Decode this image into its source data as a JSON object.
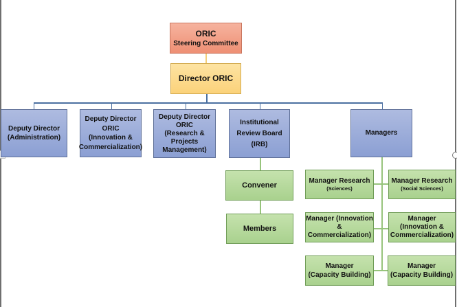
{
  "diagram": {
    "title": "ORIC Organizational Chart",
    "colors": {
      "steering": "#f0977c",
      "director": "#fcd98a",
      "level2": "#9aaed9",
      "level3": "#b7db9d",
      "connector_blue": "#4a6fa0",
      "connector_green": "#97c47c"
    },
    "steering_committee": {
      "line1": "ORIC",
      "line2": "Steering Committee"
    },
    "director": {
      "label": "Director ORIC"
    },
    "level2": [
      {
        "lines": [
          "Deputy Director",
          "(Administration)"
        ]
      },
      {
        "lines": [
          "Deputy Director",
          "ORIC",
          "(Innovation &",
          "Commercialization)"
        ]
      },
      {
        "lines": [
          "Deputy Director",
          "ORIC",
          "(Research &",
          "Projects",
          "Management)"
        ]
      },
      {
        "lines": [
          "Institutional",
          "Review Board",
          "(IRB)"
        ]
      },
      {
        "lines": [
          "Managers"
        ]
      }
    ],
    "irb_children": [
      {
        "label": "Convener"
      },
      {
        "label": "Members"
      }
    ],
    "managers": [
      {
        "title": "Manager Research",
        "subtitle": "(Sciences)"
      },
      {
        "title": "Manager Research",
        "subtitle": "(Social Sciences)"
      },
      {
        "lines": [
          "Manager (Innovation",
          "& Commercialization)"
        ]
      },
      {
        "lines": [
          "Manager",
          "(Innovation &",
          "Commercialization)"
        ]
      },
      {
        "lines": [
          "Manager",
          "(Capacity Building)"
        ]
      },
      {
        "lines": [
          "Manager",
          "(Capacity Building)"
        ]
      }
    ]
  }
}
